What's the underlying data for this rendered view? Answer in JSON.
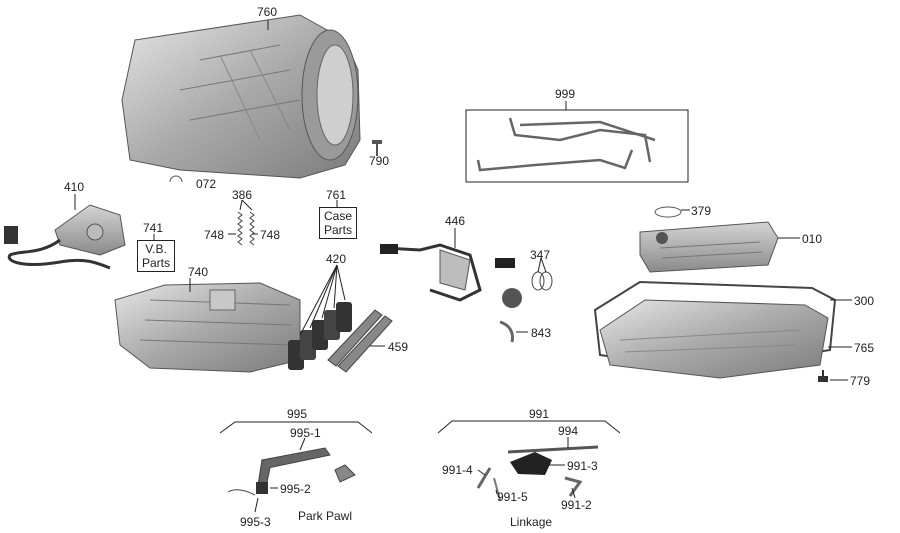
{
  "labels": {
    "c760": "760",
    "c790": "790",
    "c999": "999",
    "c072": "072",
    "c410": "410",
    "c386": "386",
    "c748a": "748",
    "c748b": "748",
    "c761": "761",
    "c741": "741",
    "c446": "446",
    "c379": "379",
    "c010": "010",
    "c347": "347",
    "c420": "420",
    "c740": "740",
    "c300": "300",
    "c843": "843",
    "c459": "459",
    "c765": "765",
    "c779": "779",
    "c995": "995",
    "c9951": "995-1",
    "c9952": "995-2",
    "c9953": "995-3",
    "c991": "991",
    "c994": "994",
    "c9913": "991-3",
    "c9914": "991-4",
    "c9915": "991-5",
    "c9912": "991-2"
  },
  "boxes": {
    "case_line1": "Case",
    "case_line2": "Parts",
    "vb_line1": "V.B.",
    "vb_line2": "Parts"
  },
  "captions": {
    "park_pawl": "Park Pawl",
    "linkage": "Linkage"
  }
}
